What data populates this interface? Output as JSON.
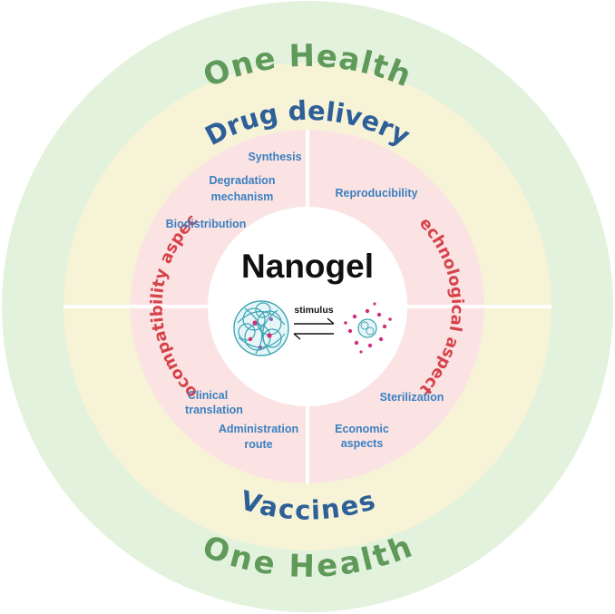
{
  "outer_ring": {
    "top": "One Health",
    "bottom": "One Health"
  },
  "middle_ring": {
    "top": "Drug delivery",
    "bottom": "Vaccines"
  },
  "inner_ring": {
    "left": "Biocompatibility aspects",
    "right": "Technological aspects"
  },
  "labels": {
    "synthesis": "Synthesis",
    "degradation_1": "Degradation",
    "degradation_2": "mechanism",
    "biodistribution": "Biodistribution",
    "reproducibility": "Reproducibility",
    "clinical_1": "Clinical",
    "clinical_2": "translation",
    "administration_1": "Administration",
    "administration_2": "route",
    "sterilization": "Sterilization",
    "economic_1": "Economic",
    "economic_2": "aspects"
  },
  "center": {
    "title": "Nanogel",
    "stimulus": "stimulus"
  },
  "colors": {
    "outer_ring": "#e3f2dc",
    "middle_ring": "#f6f3d7",
    "inner_ring": "#fbe3e3",
    "center": "#ffffff",
    "outer_text": "#5f9a5a",
    "middle_text": "#2d5f98",
    "red_text": "#d6424a",
    "blue_text": "#3a80c0",
    "gel_teal": "#3aa5b4",
    "particle_pink": "#d0307a"
  },
  "icons": [
    "nanogel-network-icon",
    "equilibrium-arrows-icon",
    "released-particles-icon"
  ]
}
